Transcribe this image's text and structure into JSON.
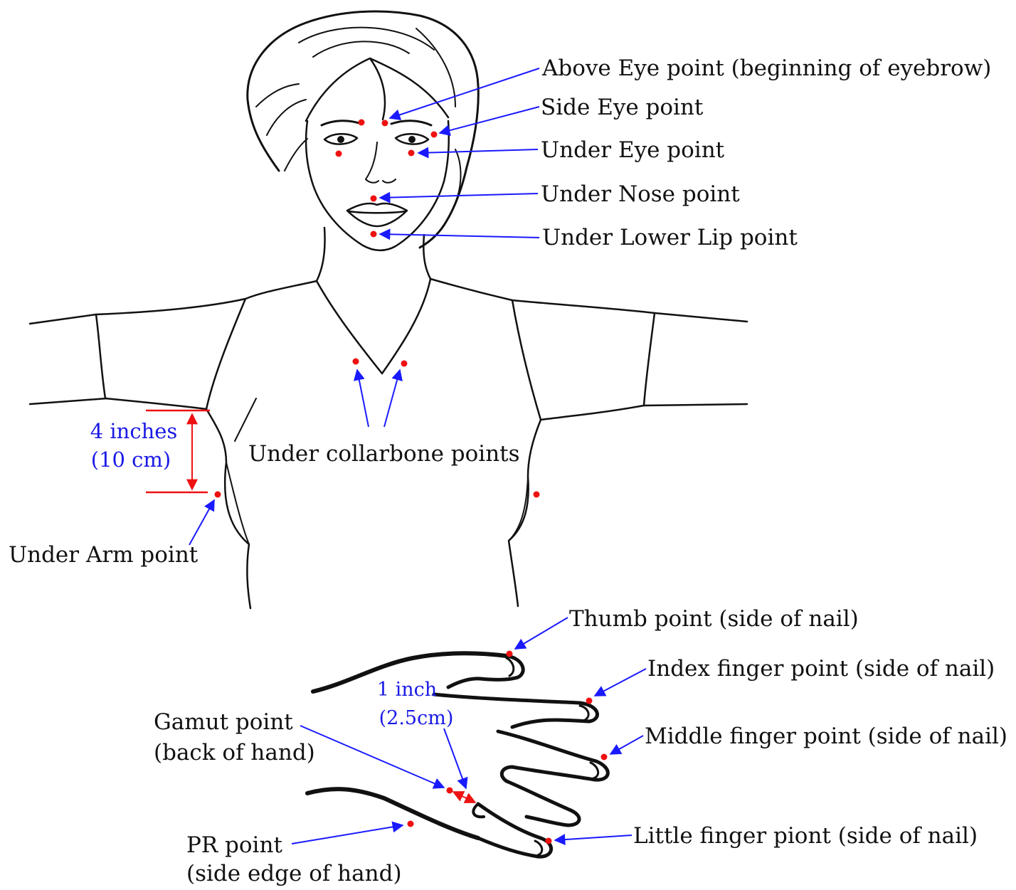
{
  "colors": {
    "ink": "#111111",
    "arrow": "#1a1aff",
    "point": "#ee1111",
    "measure_line": "#ee1111",
    "measure_text": "#1a1ae6"
  },
  "points": {
    "above_eye": "Above Eye point (beginning of eyebrow)",
    "side_eye": "Side Eye point",
    "under_eye": "Under Eye point",
    "under_nose": "Under Nose point",
    "under_lower_lip": "Under Lower Lip point",
    "under_collarbone": "Under collarbone points",
    "under_arm": "Under Arm point",
    "thumb": "Thumb point (side of nail)",
    "index_finger": "Index finger point (side of nail)",
    "middle_finger": "Middle finger point (side of nail)",
    "little_finger": "Little finger piont (side of nail)",
    "gamut_line1": "Gamut point",
    "gamut_line2": "(back of hand)",
    "pr_line1": "PR point",
    "pr_line2": "(side edge of hand)"
  },
  "measurements": {
    "underarm_line1": "4 inches",
    "underarm_line2": "(10 cm)",
    "gamut_line1": "1 inch",
    "gamut_line2": "(2.5cm)"
  },
  "icons": [
    "woman-torso-illustration",
    "hand-illustration"
  ]
}
